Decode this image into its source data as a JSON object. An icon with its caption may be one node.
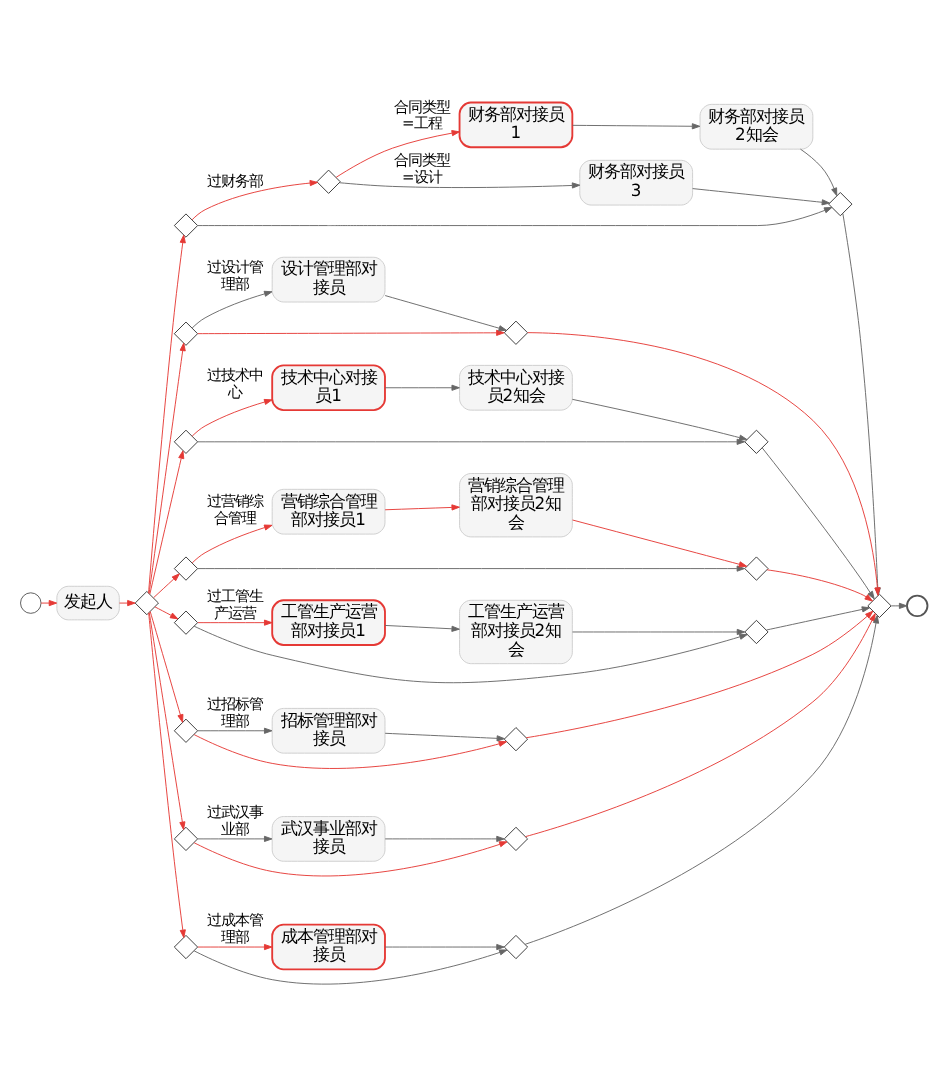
{
  "diagram": {
    "nodes": [
      {
        "text": [],
        "shape": "circle"
      },
      {
        "text": [
          "发起人"
        ]
      },
      {
        "text": [],
        "shape": "diamond"
      },
      {
        "text": [],
        "shape": "diamond"
      },
      {
        "text": [],
        "shape": "diamond"
      },
      {
        "text": [
          "财务部对接员1"
        ]
      },
      {
        "text": [
          "财务部对接员2知会"
        ]
      },
      {
        "text": [
          "财务部对接员3"
        ]
      },
      {
        "text": [],
        "shape": "diamond"
      },
      {
        "text": [],
        "shape": "diamond"
      },
      {
        "text": [
          "设计管理部对接员"
        ]
      },
      {
        "text": [],
        "shape": "diamond"
      },
      {
        "text": [],
        "shape": "diamond"
      },
      {
        "text": [
          "技术中心对接员1"
        ]
      },
      {
        "text": [
          "技术中心对接员2知会"
        ]
      },
      {
        "text": [],
        "shape": "diamond"
      },
      {
        "text": [],
        "shape": "diamond"
      },
      {
        "text": [
          "营销综合管理部对接员1"
        ]
      },
      {
        "text": [
          "营销综合管理部对接员2知会"
        ]
      },
      {
        "text": [],
        "shape": "diamond"
      },
      {
        "text": [],
        "shape": "diamond"
      },
      {
        "text": [
          "工管生产运营部对接员1"
        ]
      },
      {
        "text": [
          "工管生产运营部对接员2知会"
        ]
      },
      {
        "text": [],
        "shape": "diamond"
      },
      {
        "text": [],
        "shape": "diamond"
      },
      {
        "text": [
          "招标管理部对接员"
        ]
      },
      {
        "text": [],
        "shape": "diamond"
      },
      {
        "text": [],
        "shape": "diamond"
      },
      {
        "text": [
          "武汉事业部对接员"
        ]
      },
      {
        "text": [],
        "shape": "diamond"
      },
      {
        "text": [],
        "shape": "diamond"
      },
      {
        "text": [
          "成本管理部对接员"
        ]
      },
      {
        "text": [],
        "shape": "diamond"
      },
      {
        "text": [],
        "shape": "diamond"
      },
      {
        "text": [],
        "shape": "circle"
      }
    ],
    "edges": [
      {
        "from": 0,
        "to": 1,
        "arrow": "to",
        "color": "#e53935"
      },
      {
        "from": 1,
        "to": 2,
        "arrow": "to",
        "color": "#e53935"
      },
      {
        "from": 2,
        "to": 3,
        "arrow": "to",
        "color": "#e53935"
      },
      {
        "from": 3,
        "to": 4,
        "arrow": "to",
        "label": "过财务部",
        "color": "#e53935"
      },
      {
        "from": 4,
        "to": 5,
        "arrow": "to",
        "label": "合同类型=工程",
        "color": "#e53935"
      },
      {
        "from": 5,
        "to": 6,
        "arrow": "to",
        "color": "#666666"
      },
      {
        "from": 4,
        "to": 7,
        "arrow": "to",
        "label": "合同类型=设计",
        "color": "#666666"
      },
      {
        "from": 6,
        "to": 8,
        "arrow": "to",
        "color": "#666666"
      },
      {
        "from": 7,
        "to": 8,
        "arrow": "to",
        "color": "#666666"
      },
      {
        "from": 3,
        "to": 8,
        "arrow": "to",
        "color": "#666666"
      },
      {
        "from": 8,
        "to": 33,
        "arrow": "to",
        "color": "#666666"
      },
      {
        "from": 2,
        "to": 9,
        "arrow": "to",
        "color": "#e53935"
      },
      {
        "from": 9,
        "to": 10,
        "arrow": "to",
        "label": "过设计管理部",
        "color": "#666666"
      },
      {
        "from": 10,
        "to": 11,
        "arrow": "to",
        "color": "#666666"
      },
      {
        "from": 9,
        "to": 11,
        "arrow": "to",
        "color": "#e53935"
      },
      {
        "from": 11,
        "to": 33,
        "arrow": "to",
        "color": "#e53935"
      },
      {
        "from": 2,
        "to": 12,
        "arrow": "to",
        "color": "#e53935"
      },
      {
        "from": 12,
        "to": 13,
        "arrow": "to",
        "label": "过技术中心",
        "color": "#e53935"
      },
      {
        "from": 13,
        "to": 14,
        "arrow": "to",
        "color": "#666666"
      },
      {
        "from": 14,
        "to": 15,
        "arrow": "to",
        "color": "#666666"
      },
      {
        "from": 12,
        "to": 15,
        "arrow": "to",
        "color": "#666666"
      },
      {
        "from": 15,
        "to": 33,
        "arrow": "to",
        "color": "#666666"
      },
      {
        "from": 2,
        "to": 16,
        "arrow": "to",
        "color": "#e53935"
      },
      {
        "from": 16,
        "to": 17,
        "arrow": "to",
        "label": "过营销综合管理",
        "color": "#e53935"
      },
      {
        "from": 17,
        "to": 18,
        "arrow": "to",
        "color": "#e53935"
      },
      {
        "from": 18,
        "to": 19,
        "arrow": "to",
        "color": "#e53935"
      },
      {
        "from": 16,
        "to": 19,
        "arrow": "to",
        "color": "#666666"
      },
      {
        "from": 19,
        "to": 33,
        "arrow": "to",
        "color": "#e53935"
      },
      {
        "from": 2,
        "to": 20,
        "arrow": "to",
        "color": "#e53935"
      },
      {
        "from": 20,
        "to": 21,
        "arrow": "to",
        "label": "过工管生产运营",
        "color": "#e53935"
      },
      {
        "from": 21,
        "to": 22,
        "arrow": "to",
        "color": "#666666"
      },
      {
        "from": 22,
        "to": 23,
        "arrow": "to",
        "color": "#666666"
      },
      {
        "from": 20,
        "to": 23,
        "arrow": "to",
        "color": "#666666"
      },
      {
        "from": 23,
        "to": 33,
        "arrow": "to",
        "color": "#666666"
      },
      {
        "from": 2,
        "to": 24,
        "arrow": "to",
        "color": "#e53935"
      },
      {
        "from": 24,
        "to": 25,
        "arrow": "to",
        "label": "过招标管理部",
        "color": "#666666"
      },
      {
        "from": 25,
        "to": 26,
        "arrow": "to",
        "color": "#666666"
      },
      {
        "from": 24,
        "to": 26,
        "arrow": "to",
        "color": "#e53935"
      },
      {
        "from": 26,
        "to": 33,
        "arrow": "to",
        "color": "#e53935"
      },
      {
        "from": 2,
        "to": 27,
        "arrow": "to",
        "color": "#e53935"
      },
      {
        "from": 27,
        "to": 28,
        "arrow": "to",
        "label": "过武汉事业部",
        "color": "#666666"
      },
      {
        "from": 28,
        "to": 29,
        "arrow": "to",
        "color": "#666666"
      },
      {
        "from": 27,
        "to": 29,
        "arrow": "to",
        "color": "#e53935"
      },
      {
        "from": 29,
        "to": 33,
        "arrow": "to",
        "color": "#e53935"
      },
      {
        "from": 2,
        "to": 30,
        "arrow": "to",
        "color": "#e53935"
      },
      {
        "from": 30,
        "to": 31,
        "arrow": "to",
        "label": "过成本管理部",
        "color": "#e53935"
      },
      {
        "from": 31,
        "to": 32,
        "arrow": "to",
        "color": "#666666"
      },
      {
        "from": 30,
        "to": 32,
        "arrow": "to",
        "color": "#666666"
      },
      {
        "from": 32,
        "to": 33,
        "arrow": "to",
        "color": "#666666"
      },
      {
        "from": 33,
        "to": 34,
        "arrow": "to",
        "color": "#666666"
      }
    ]
  }
}
